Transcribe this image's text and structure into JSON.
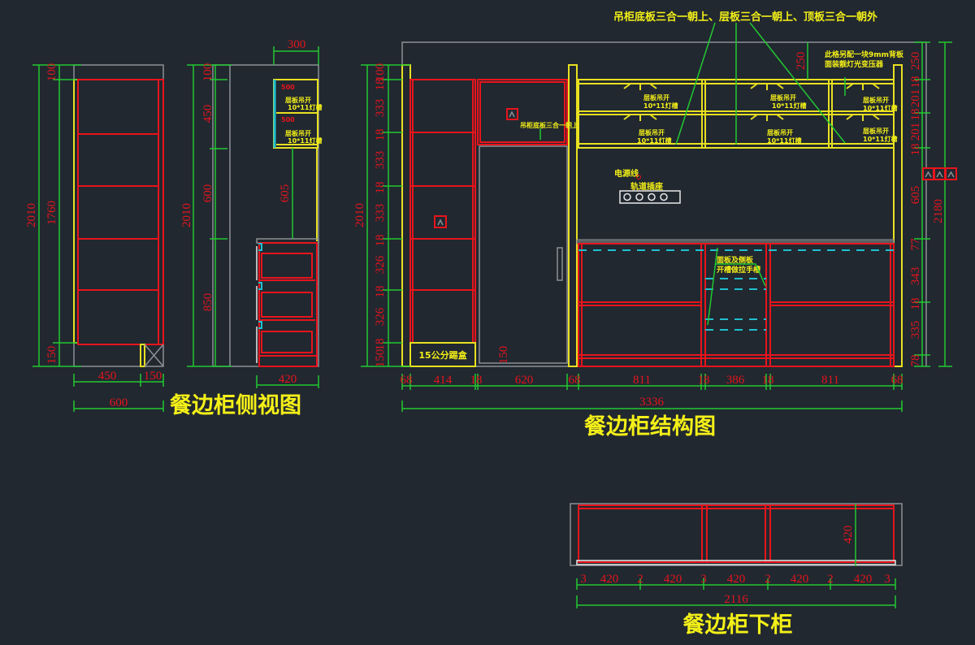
{
  "titles": {
    "side_view": "餐边柜侧视图",
    "structure": "餐边柜结构图",
    "lower_cabinet": "餐边柜下柜"
  },
  "notes": {
    "top_boards": "吊柜底板三合一朝上、层板三合一朝上、顶板三合一朝外",
    "back_panel_1": "此格另配一块9mm背板",
    "back_panel_2": "面装靓灯光变压器",
    "light": "层板吊开",
    "light_slot": "10*11灯槽",
    "upper_left": "吊柜底板三合一朝上",
    "power_line": "电源线",
    "rail_socket": "轨道插座",
    "panel_1": "面板及侧板",
    "panel_2": "开槽做拉手槽",
    "toe_box": "15公分踢盒",
    "side_small": "500"
  },
  "side1": {
    "h_total": "2010",
    "h_top": "100",
    "h_mid": "1760",
    "h_bot": "150",
    "w_main": "450",
    "w_side": "150",
    "w_total": "600"
  },
  "side2": {
    "h_total": "2010",
    "h_top": "100",
    "h_a": "450",
    "h_b": "600",
    "h_c": "850",
    "w_top": "300",
    "gap": "605",
    "w_bot": "420"
  },
  "main": {
    "h_total": "2010",
    "left_dims": [
      "100",
      "18",
      "333",
      "18",
      "333",
      "18",
      "333",
      "18",
      "326",
      "18",
      "326",
      "18",
      "150"
    ],
    "right_dims": [
      "250",
      "18",
      "201",
      "18",
      "201",
      "18",
      "605",
      "77",
      "343",
      "18",
      "335",
      "78"
    ],
    "right_total": "2180",
    "bottom_dims": [
      "68",
      "414",
      "18",
      "620",
      "68",
      "811",
      "18",
      "386",
      "18",
      "811",
      "68"
    ],
    "w_total": "3336",
    "fridge_gap": "150"
  },
  "lower": {
    "dims": [
      "3",
      "420",
      "2",
      "420",
      "3",
      "420",
      "2",
      "420",
      "2",
      "420",
      "3"
    ],
    "w_total": "2116",
    "depth": "420"
  },
  "colors": {
    "bg": "#212830",
    "red": "#e8141c",
    "yellow": "#e8e020",
    "green": "#22c830",
    "cyan": "#20c0d0"
  }
}
